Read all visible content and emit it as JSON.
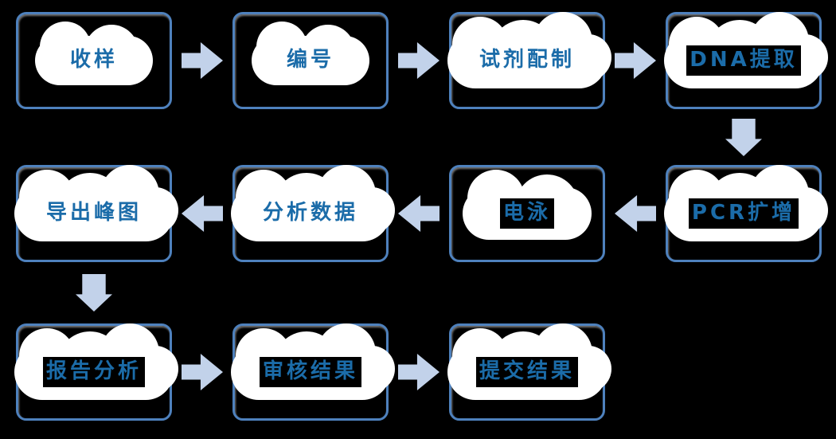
{
  "flow": {
    "background": "#000000",
    "colors": {
      "box_border": "#4E81BD",
      "label_text": "#1B6CA9",
      "arrow_fill": "#C2D2EA",
      "halo": "#FFFFFF"
    },
    "nodes": [
      {
        "id": "collect-sample",
        "label": "收样"
      },
      {
        "id": "numbering",
        "label": "编号"
      },
      {
        "id": "reagent-prep",
        "label": "试剂配制"
      },
      {
        "id": "dna-extraction",
        "label": "DNA提取"
      },
      {
        "id": "pcr-amplification",
        "label": "PCR扩增"
      },
      {
        "id": "electrophoresis",
        "label": "电泳"
      },
      {
        "id": "data-analysis",
        "label": "分析数据"
      },
      {
        "id": "export-peak-chart",
        "label": "导出峰图"
      },
      {
        "id": "report-analysis",
        "label": "报告分析"
      },
      {
        "id": "review-results",
        "label": "审核结果"
      },
      {
        "id": "submit-results",
        "label": "提交结果"
      }
    ],
    "edges": [
      {
        "from": "收样",
        "to": "编号",
        "direction": "right"
      },
      {
        "from": "编号",
        "to": "试剂配制",
        "direction": "right"
      },
      {
        "from": "试剂配制",
        "to": "DNA提取",
        "direction": "right"
      },
      {
        "from": "DNA提取",
        "to": "PCR扩增",
        "direction": "down"
      },
      {
        "from": "PCR扩增",
        "to": "电泳",
        "direction": "left"
      },
      {
        "from": "电泳",
        "to": "分析数据",
        "direction": "left"
      },
      {
        "from": "分析数据",
        "to": "导出峰图",
        "direction": "left"
      },
      {
        "from": "导出峰图",
        "to": "报告分析",
        "direction": "down"
      },
      {
        "from": "报告分析",
        "to": "审核结果",
        "direction": "right"
      },
      {
        "from": "审核结果",
        "to": "提交结果",
        "direction": "right"
      }
    ]
  }
}
